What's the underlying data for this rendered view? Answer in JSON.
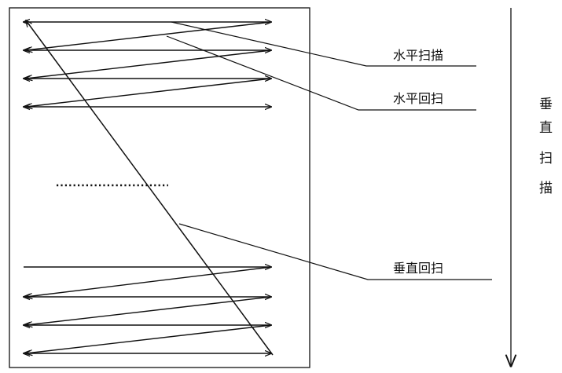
{
  "labels": {
    "horizontal_scan": "水平扫描",
    "horizontal_retrace": "水平回扫",
    "vertical_retrace": "垂直回扫",
    "vertical_scan": [
      "垂",
      "直",
      "扫",
      "描"
    ]
  },
  "colors": {
    "stroke": "#111111",
    "background": "#ffffff"
  }
}
